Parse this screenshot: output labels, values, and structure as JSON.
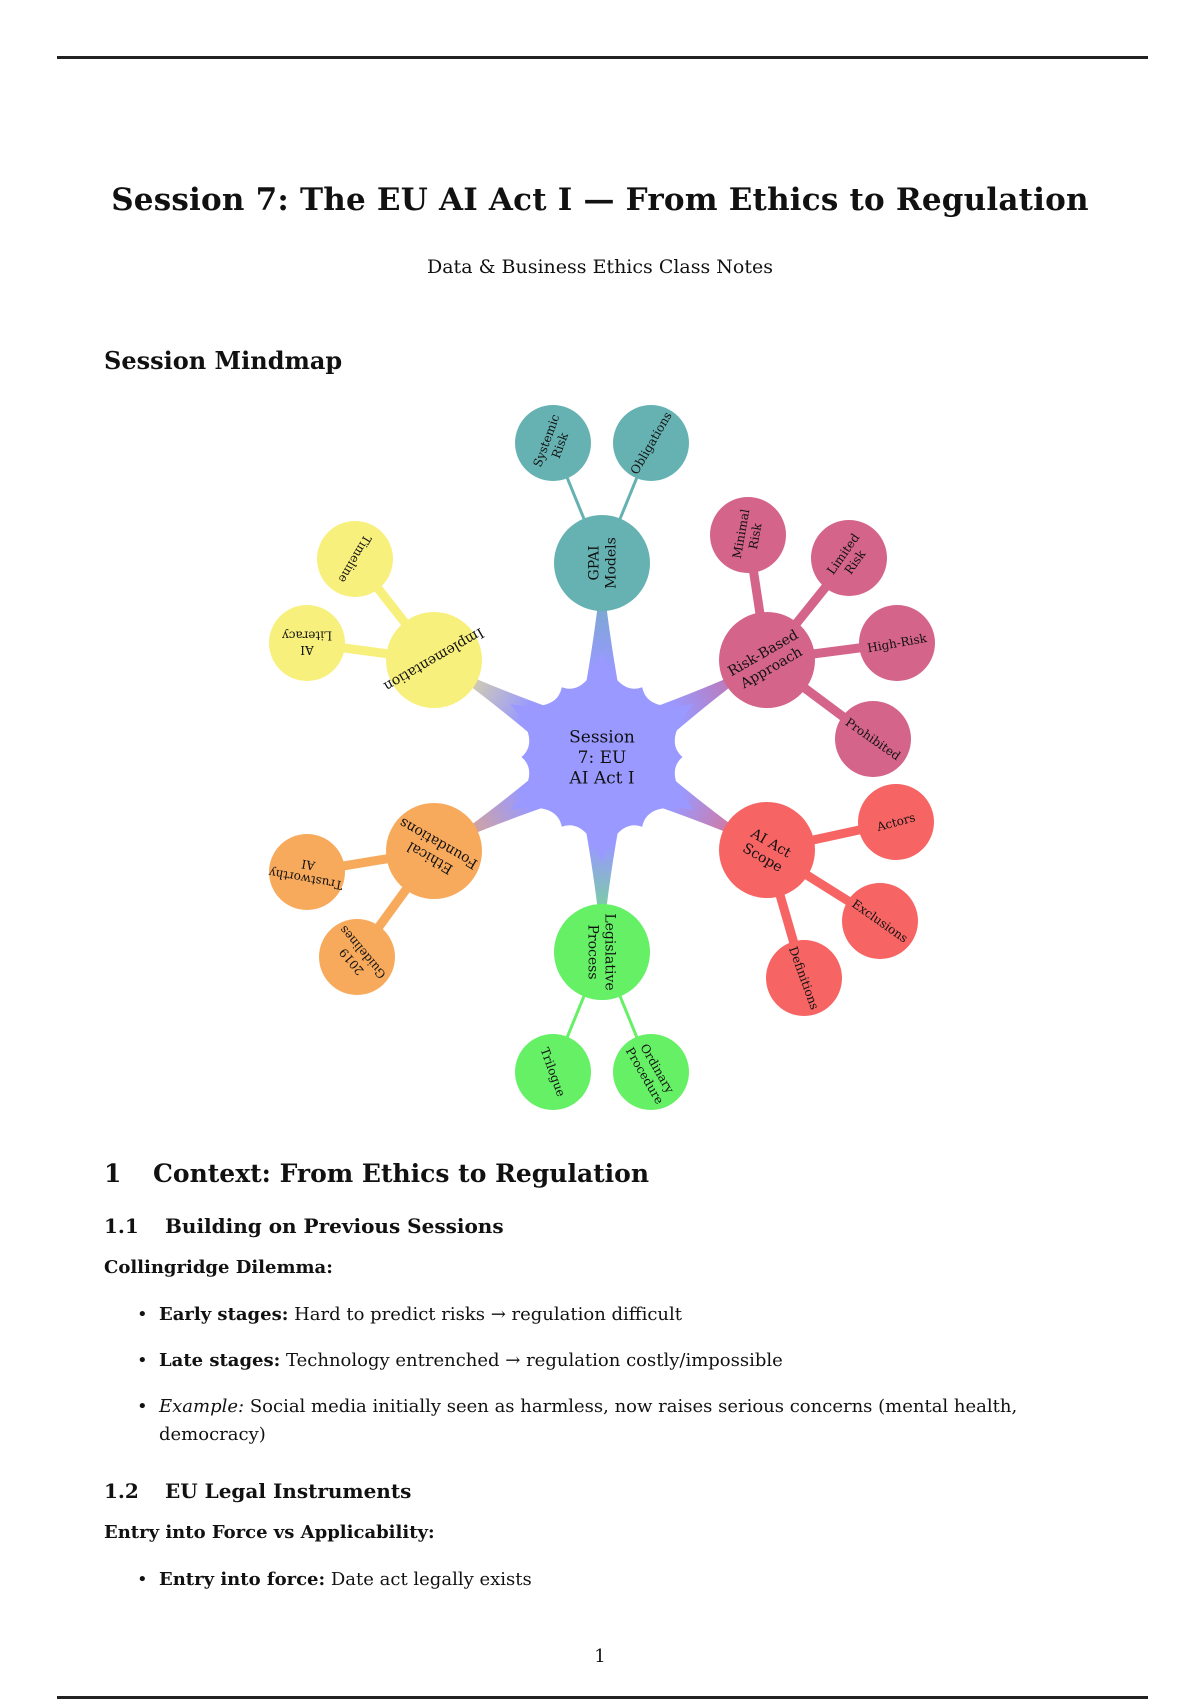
{
  "header": {
    "title": "Session 7: The EU AI Act I — From Ethics to Regulation",
    "subtitle": "Data & Business Ethics Class Notes"
  },
  "mindmap": {
    "heading": "Session Mindmap",
    "center": {
      "lines": [
        "Session",
        "7: EU",
        "AI Act I"
      ],
      "color": "#9999ff"
    },
    "branches": [
      {
        "id": "gpai",
        "lines": [
          "GPAI",
          "Models"
        ],
        "color": "#66b2b2",
        "children": [
          {
            "lines": [
              "Systemic",
              "Risk"
            ]
          },
          {
            "lines": [
              "Obligations"
            ]
          }
        ]
      },
      {
        "id": "risk",
        "lines": [
          "Risk-Based",
          "Approach"
        ],
        "color": "#d4648a",
        "children": [
          {
            "lines": [
              "Minimal",
              "Risk"
            ]
          },
          {
            "lines": [
              "Limited",
              "Risk"
            ]
          },
          {
            "lines": [
              "High-Risk"
            ]
          },
          {
            "lines": [
              "Prohibited"
            ]
          }
        ]
      },
      {
        "id": "scope",
        "lines": [
          "AI Act",
          "Scope"
        ],
        "color": "#f76464",
        "children": [
          {
            "lines": [
              "Actors"
            ]
          },
          {
            "lines": [
              "Exclusions"
            ]
          },
          {
            "lines": [
              "Definitions"
            ]
          }
        ]
      },
      {
        "id": "legislative",
        "lines": [
          "Legislative",
          "Process"
        ],
        "color": "#66f066",
        "children": [
          {
            "lines": [
              "Trilogue"
            ]
          },
          {
            "lines": [
              "Ordinary",
              "Procedure"
            ]
          }
        ]
      },
      {
        "id": "ethical",
        "lines": [
          "Ethical",
          "Foundations"
        ],
        "color": "#f8aa5c",
        "children": [
          {
            "lines": [
              "Trustworthy",
              "AI"
            ]
          },
          {
            "lines": [
              "2019",
              "Guidelines"
            ]
          }
        ]
      },
      {
        "id": "implementation",
        "lines": [
          "Implementation"
        ],
        "color": "#f8f07c",
        "children": [
          {
            "lines": [
              "Timeline"
            ]
          },
          {
            "lines": [
              "AI",
              "Literacy"
            ]
          }
        ]
      }
    ]
  },
  "section1": {
    "num": "1",
    "title": "Context: From Ethics to Regulation",
    "sub1": {
      "num": "1.1",
      "title": "Building on Previous Sessions",
      "para": "Collingridge Dilemma:",
      "bullets": [
        {
          "lead": "Early stages:",
          "text": " Hard to predict risks → regulation difficult"
        },
        {
          "lead": "Late stages:",
          "text": " Technology entrenched → regulation costly/impossible"
        },
        {
          "lead_italic": "Example:",
          "text": "  Social media initially seen as harmless, now raises serious concerns (mental health, democracy)"
        }
      ]
    },
    "sub2": {
      "num": "1.2",
      "title": "EU Legal Instruments",
      "para": "Entry into Force vs Applicability:",
      "bullets": [
        {
          "lead": "Entry into force:",
          "text": " Date act legally exists"
        }
      ]
    }
  },
  "footer": {
    "page_number": "1"
  }
}
